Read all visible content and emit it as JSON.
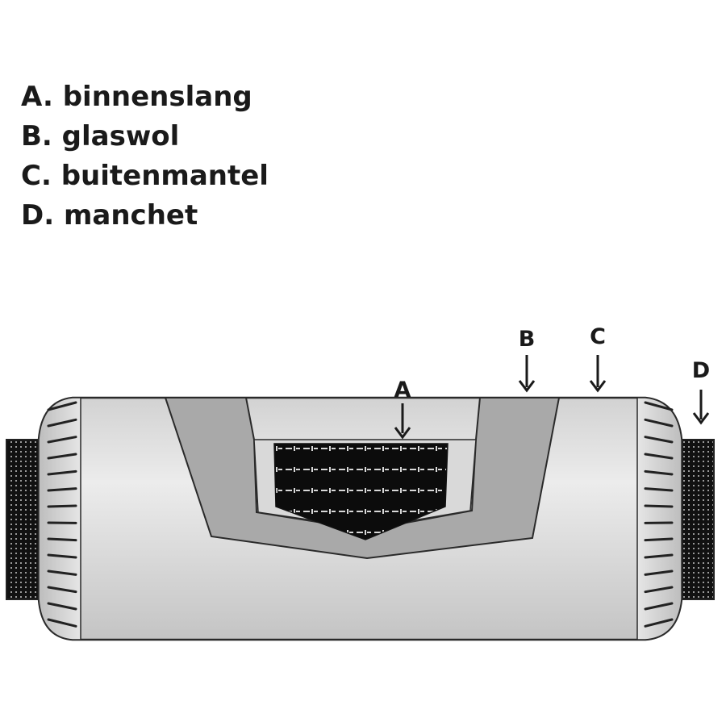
{
  "legend": [
    {
      "letter": "A",
      "text": "A. binnenslang"
    },
    {
      "letter": "B",
      "text": "B. glaswol"
    },
    {
      "letter": "C",
      "text": "C. buitenmantel"
    },
    {
      "letter": "D",
      "text": "D. manchet"
    }
  ],
  "callouts": {
    "a": "A",
    "b": "B",
    "c": "C",
    "d": "D"
  },
  "colors": {
    "outline": "#2a2a2a",
    "mantle_light": "#e4e4e4",
    "mantle_mid": "#bdbdbd",
    "glass_wool": "#a9a9a9",
    "inner_light": "#d9d9d9",
    "inner_dark": "#111111"
  }
}
